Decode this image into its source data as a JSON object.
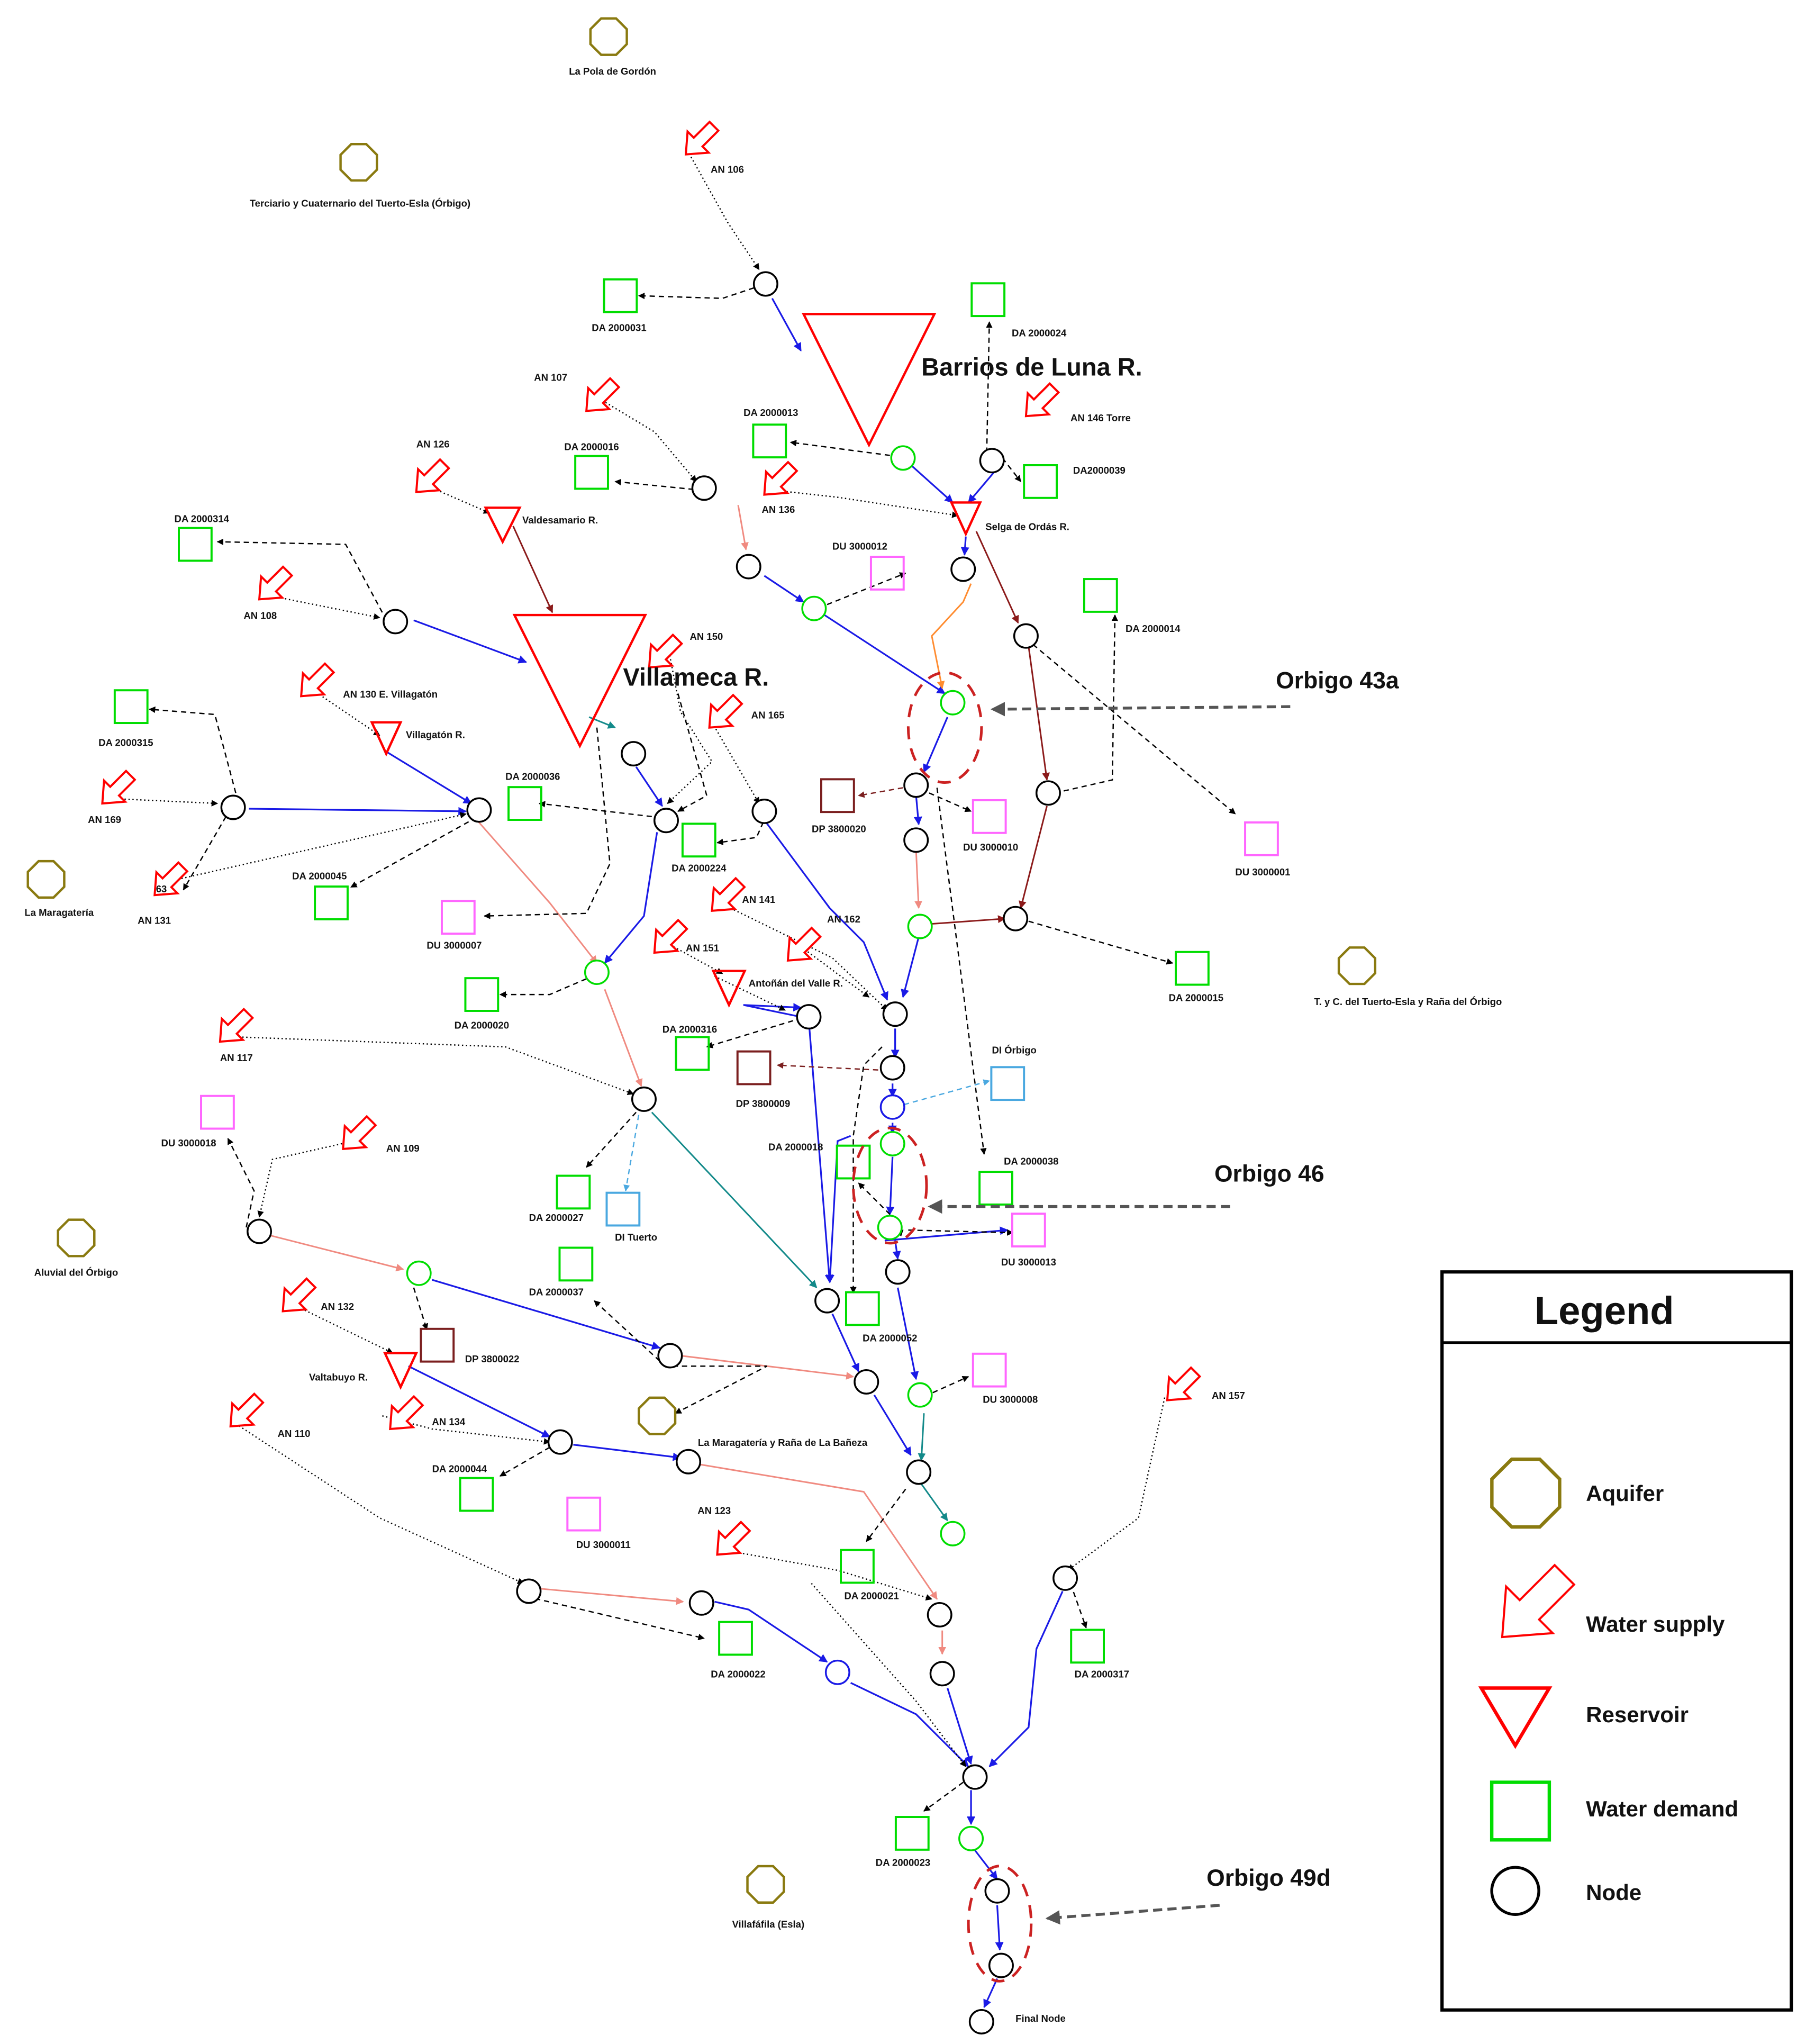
{
  "colors": {
    "aquifer": "#8a7a10",
    "supply": "#ff0000",
    "reservoir": "#ff0000",
    "demand": "#00dd00",
    "node": "#000000",
    "urban": "#ff66ff",
    "discharge": "#7b1f1f",
    "industrial": "#4aa8e0",
    "river": "#1a1ae6",
    "canal_salmon": "#f08a80",
    "canal_brown": "#8b1a1a",
    "canal_teal": "#138a8a",
    "highlight": "#cc2222"
  },
  "legend": {
    "title": "Legend",
    "items": [
      {
        "symbol": "aquifer",
        "label": "Aquifer"
      },
      {
        "symbol": "supply",
        "label": "Water supply"
      },
      {
        "symbol": "reservoir",
        "label": "Reservoir"
      },
      {
        "symbol": "demand",
        "label": "Water demand"
      },
      {
        "symbol": "node",
        "label": "Node"
      }
    ]
  },
  "callouts": [
    {
      "id": "orbigo43a",
      "label": "Orbigo 43a"
    },
    {
      "id": "orbigo46",
      "label": "Orbigo 46"
    },
    {
      "id": "orbigo49d",
      "label": "Orbigo 49d"
    }
  ],
  "reservoir_titles": {
    "barrios": "Barrios de Luna R.",
    "villameca": "Villameca R."
  },
  "aquifers": [
    {
      "id": "a1",
      "label": "La Pola de Gordón"
    },
    {
      "id": "a2",
      "label": "Terciario y Cuaternario del Tuerto-Esla (Órbigo)"
    },
    {
      "id": "a3",
      "label": "La Maragatería"
    },
    {
      "id": "a4",
      "label": "T. y C. del Tuerto-Esla y Raña del Órbigo"
    },
    {
      "id": "a5",
      "label": "Aluvial del Órbigo"
    },
    {
      "id": "a6",
      "label": "La Maragatería y Raña de La Bañeza"
    },
    {
      "id": "a7",
      "label": "Villafáfila (Esla)"
    }
  ],
  "supplies": [
    {
      "id": "s106",
      "label": "AN 106"
    },
    {
      "id": "s107",
      "label": "AN 107"
    },
    {
      "id": "s146",
      "label": "AN 146 Torre"
    },
    {
      "id": "s136",
      "label": "AN 136"
    },
    {
      "id": "s126",
      "label": "AN 126"
    },
    {
      "id": "s108",
      "label": "AN 108"
    },
    {
      "id": "s150",
      "label": "AN 150"
    },
    {
      "id": "s130",
      "label": "AN 130 E. Villagatón"
    },
    {
      "id": "s165",
      "label": "AN 165"
    },
    {
      "id": "s169",
      "label": "AN 169"
    },
    {
      "id": "s131",
      "label": "AN 131"
    },
    {
      "id": "s141",
      "label": "AN 141"
    },
    {
      "id": "s162",
      "label": "AN 162"
    },
    {
      "id": "s151",
      "label": "AN 151"
    },
    {
      "id": "s117",
      "label": "AN 117"
    },
    {
      "id": "s109",
      "label": "AN 109"
    },
    {
      "id": "s132",
      "label": "AN 132"
    },
    {
      "id": "s134",
      "label": "AN 134"
    },
    {
      "id": "s110",
      "label": "AN 110"
    },
    {
      "id": "s123",
      "label": "AN 123"
    },
    {
      "id": "s157",
      "label": "AN 157"
    }
  ],
  "stray_text": {
    "label_63": "63"
  },
  "reservoirs": [
    {
      "id": "rSelga",
      "label": "Selga de Ordás R."
    },
    {
      "id": "rValdes",
      "label": "Valdesamario R."
    },
    {
      "id": "rVillagaton",
      "label": "Villagatón R."
    },
    {
      "id": "rAntonan",
      "label": "Antoñán del Valle R."
    },
    {
      "id": "rValtabuyo",
      "label": "Valtabuyo R."
    }
  ],
  "demands": [
    {
      "id": "d31",
      "label": "DA 2000031"
    },
    {
      "id": "d24",
      "label": "DA 2000024"
    },
    {
      "id": "d13",
      "label": "DA 2000013"
    },
    {
      "id": "d16",
      "label": "DA 2000016"
    },
    {
      "id": "d39",
      "label": "DA2000039"
    },
    {
      "id": "d314",
      "label": "DA 2000314"
    },
    {
      "id": "d14",
      "label": "DA 2000014"
    },
    {
      "id": "d315",
      "label": "DA 2000315"
    },
    {
      "id": "d36",
      "label": "DA 2000036"
    },
    {
      "id": "d224",
      "label": "DA 2000224"
    },
    {
      "id": "d45",
      "label": "DA 2000045"
    },
    {
      "id": "d15",
      "label": "DA 2000015"
    },
    {
      "id": "d20",
      "label": "DA 2000020"
    },
    {
      "id": "d316",
      "label": "DA 2000316"
    },
    {
      "id": "d18",
      "label": "DA 2000018"
    },
    {
      "id": "d38",
      "label": "DA 2000038"
    },
    {
      "id": "d27",
      "label": "DA 2000027"
    },
    {
      "id": "d37",
      "label": "DA 2000037"
    },
    {
      "id": "d52",
      "label": "DA 2000052"
    },
    {
      "id": "d44",
      "label": "DA 2000044"
    },
    {
      "id": "d21",
      "label": "DA 2000021"
    },
    {
      "id": "d317",
      "label": "DA 2000317"
    },
    {
      "id": "d22",
      "label": "DA 2000022"
    },
    {
      "id": "d23",
      "label": "DA 2000023"
    }
  ],
  "urban": [
    {
      "id": "u12",
      "label": "DU 3000012"
    },
    {
      "id": "u10",
      "label": "DU 3000010"
    },
    {
      "id": "u1",
      "label": "DU 3000001"
    },
    {
      "id": "u7",
      "label": "DU 3000007"
    },
    {
      "id": "u18",
      "label": "DU 3000018"
    },
    {
      "id": "u13",
      "label": "DU 3000013"
    },
    {
      "id": "u8",
      "label": "DU 3000008"
    },
    {
      "id": "u11",
      "label": "DU 3000011"
    }
  ],
  "discharges": [
    {
      "id": "p20",
      "label": "DP 3800020"
    },
    {
      "id": "p9",
      "label": "DP 3800009"
    },
    {
      "id": "p22",
      "label": "DP 3800022"
    }
  ],
  "industrial": [
    {
      "id": "iOrbigo",
      "label": "DI Órbigo"
    },
    {
      "id": "iTuerto",
      "label": "DI Tuerto"
    }
  ],
  "final_node": {
    "label": "Final Node"
  }
}
